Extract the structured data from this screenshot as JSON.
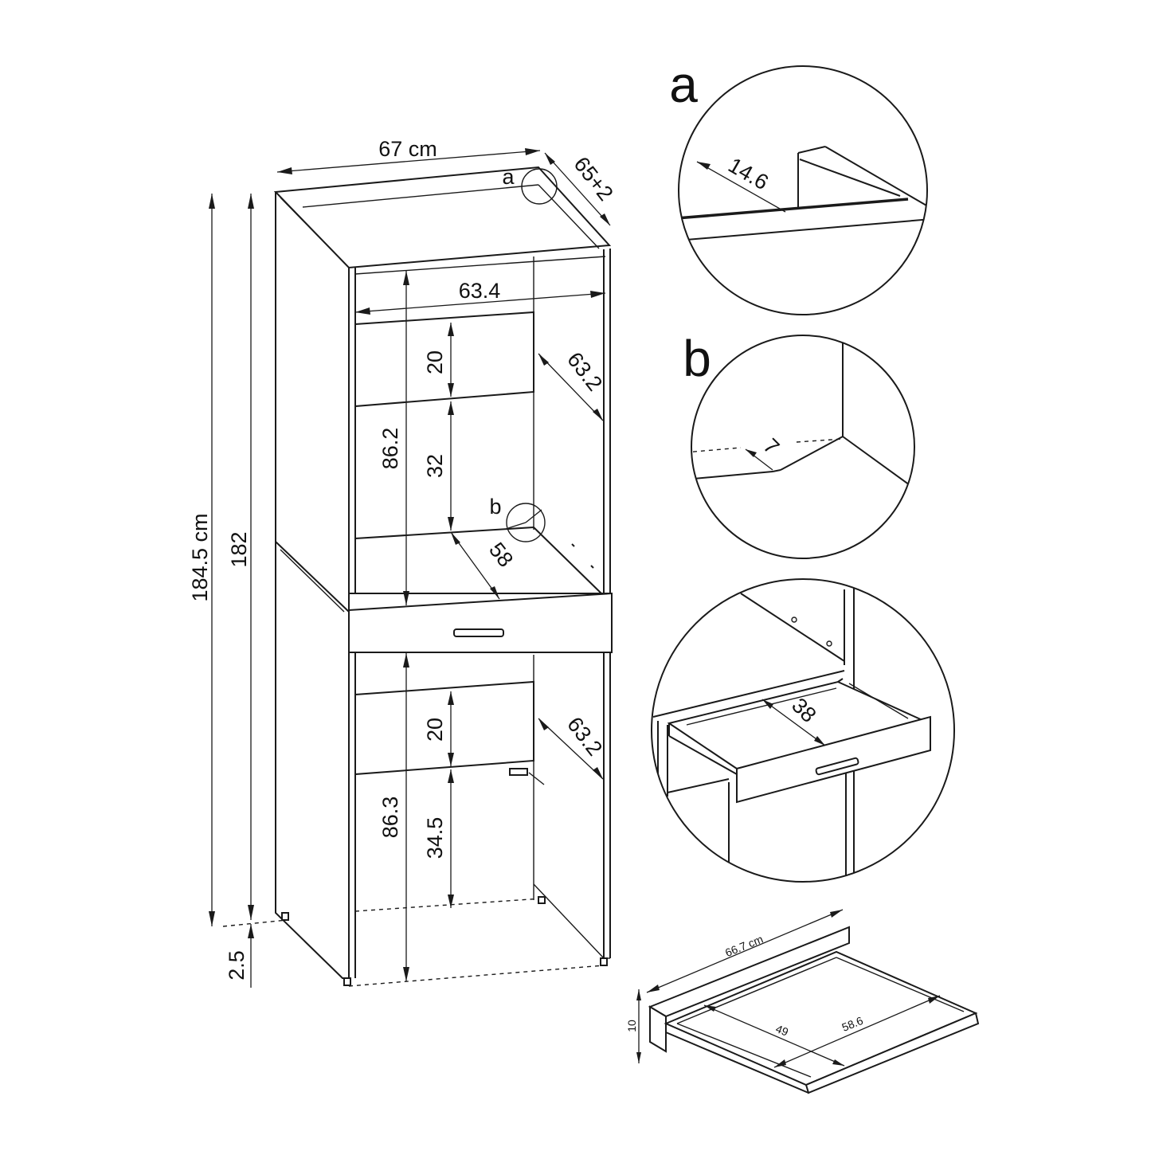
{
  "cabinet": {
    "width": "67 cm",
    "depth": "65+2",
    "total_height": "184.5 cm",
    "body_height": "182",
    "feet_height": "2.5",
    "inner_width": "63.4",
    "top_shelf_depth": "63.2",
    "top_shelf_height": "20",
    "upper_compartment_height": "86.2",
    "upper_gap_height": "32",
    "upper_floor_depth": "58",
    "lower_shelf_depth": "63.2",
    "lower_shelf_height": "20",
    "lower_compartment_height": "86.3",
    "lower_gap_height": "34.5",
    "marker_a": "a",
    "marker_b": "b"
  },
  "detail_a": {
    "label": "a",
    "dimension": "14.6"
  },
  "detail_b": {
    "label": "b",
    "dimension": "7"
  },
  "detail_drawer": {
    "dimension": "38"
  },
  "shelf_part": {
    "length": "66.7 cm",
    "height": "10",
    "dimension_left": "49",
    "dimension_right": "58.6"
  }
}
